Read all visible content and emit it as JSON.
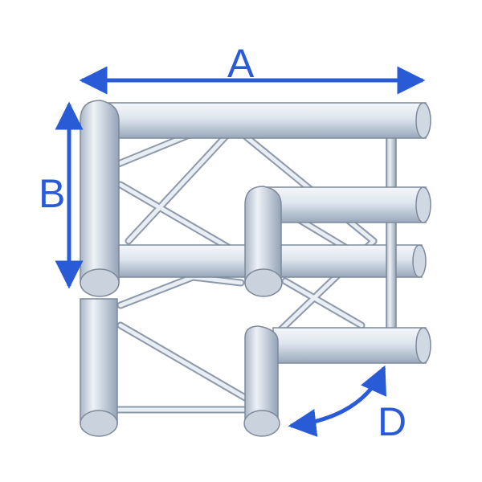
{
  "diagram": {
    "subject": "truss-corner",
    "dimensions": [
      {
        "id": "A",
        "label": "A"
      },
      {
        "id": "B",
        "label": "B"
      },
      {
        "id": "D",
        "label": "D"
      }
    ]
  },
  "colors": {
    "arrow": "#2a5bd7",
    "tube_light": "#eef2f7",
    "tube_dark": "#98a7ba",
    "outline": "#7d8a9a"
  }
}
